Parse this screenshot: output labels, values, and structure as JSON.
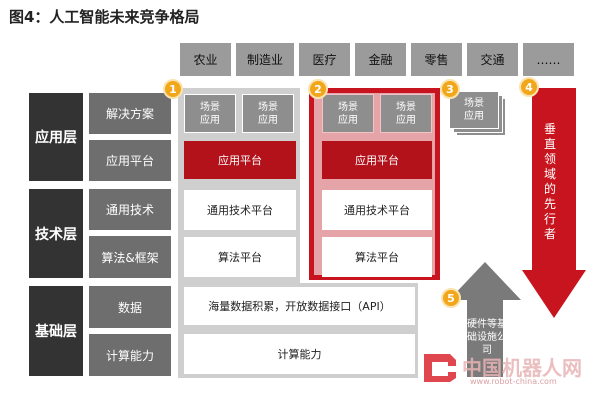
{
  "title": "图4：人工智能未来竞争格局",
  "industries": [
    "农业",
    "制造业",
    "医疗",
    "金融",
    "零售",
    "交通",
    "……"
  ],
  "layers": {
    "application": "应用层",
    "technology": "技术层",
    "foundation": "基础层"
  },
  "sublayers": {
    "solutions": "解决方案",
    "app_platform": "应用平台",
    "general_tech": "通用技术",
    "algo_framework": "算法&框架",
    "data": "数据",
    "compute": "计算能力"
  },
  "scene_label": "场景\n应用",
  "player1": {
    "number": "1",
    "app_platform": "应用平台",
    "general_tech": "通用技术平台",
    "algo": "算法平台"
  },
  "player2": {
    "number": "2",
    "app_platform": "应用平台",
    "general_tech": "通用技术平台",
    "algo": "算法平台"
  },
  "player3": {
    "number": "3"
  },
  "player4": {
    "number": "4",
    "label": "垂直领域的先行者"
  },
  "player5": {
    "number": "5",
    "label": "硬件等基础设施公司"
  },
  "data_box": "海量数据积累，开放数据接口（API）",
  "compute_box": "计算能力",
  "watermark": {
    "cn": "中国机器人网",
    "url": "www.robot-china.com"
  },
  "colors": {
    "red": "#c8141e",
    "dark": "#333333",
    "orange": "#f2a71b",
    "grey": "#9b9b9b"
  }
}
